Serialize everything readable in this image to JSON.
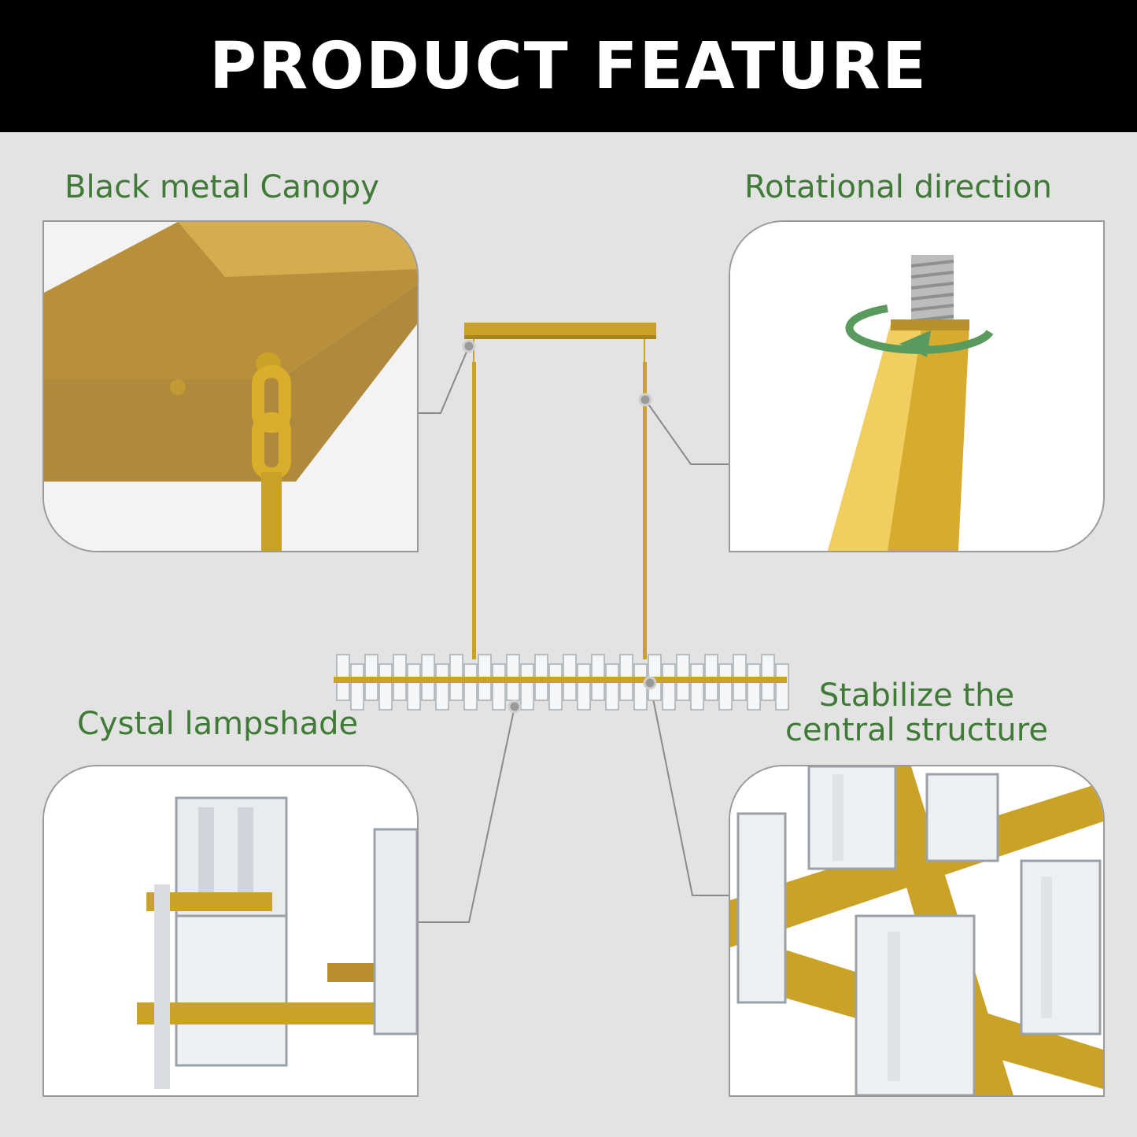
{
  "banner": {
    "title": "PRODUCT FEATURE"
  },
  "features": {
    "canopy": "Black metal Canopy",
    "rotation": "Rotational direction",
    "lampshade": "Cystal lampshade",
    "structure_line1": "Stabilize the",
    "structure_line2": "central structure"
  },
  "colors": {
    "banner_bg": "#000000",
    "label_green": "#3f7a36",
    "gold": "#c9a227",
    "background": "#e3e3e3"
  }
}
